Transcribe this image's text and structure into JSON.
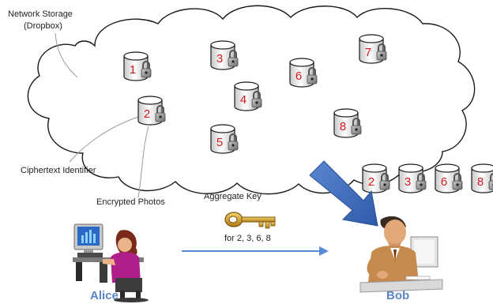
{
  "labels": {
    "network_storage": "Network Storage",
    "dropbox": "(Dropbox)",
    "ciphertext_identifier": "Ciphertext Identifier",
    "encrypted_photos": "Encrypted Photos",
    "aggregate_key": "Aggregate Key",
    "for_list": "for  2, 3, 6, 8"
  },
  "people": {
    "alice": "Alice",
    "bob": "Bob"
  },
  "cloud_dbs": [
    "1",
    "2",
    "3",
    "4",
    "5",
    "6",
    "7",
    "8"
  ],
  "bob_dbs": [
    "2",
    "3",
    "6",
    "8"
  ],
  "colors": {
    "cloud_stroke": "#1a1a1a",
    "number": "#d3181c",
    "arrow_blue": "#3f6fc0",
    "line_blue": "#5b8ad6",
    "name_blue": "#5a84c4",
    "key_gold": "#d9a52a"
  },
  "icons": {
    "db": "database-lock-icon",
    "key": "key-icon",
    "alice": "person-at-computer-icon",
    "bob": "person-at-desk-icon"
  }
}
